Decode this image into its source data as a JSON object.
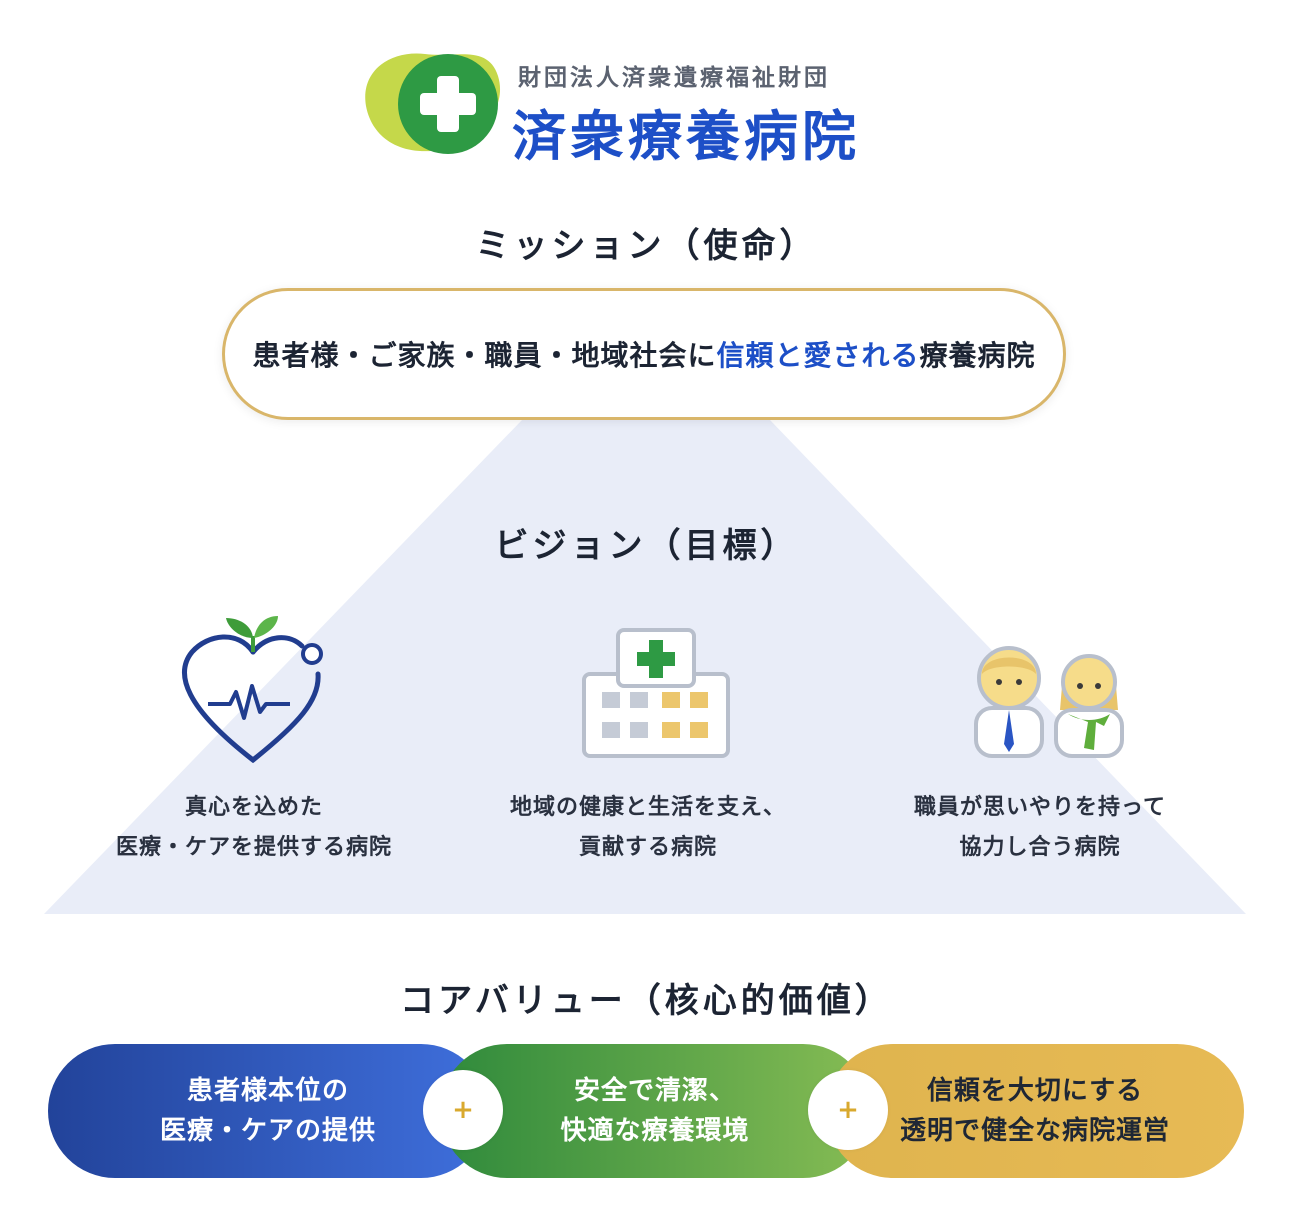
{
  "logo": {
    "org": "財団法人済衆遺療福祉財団",
    "name": "済衆療養病院",
    "icon": "green-cross-icon"
  },
  "mission": {
    "heading": "ミッション（使命）",
    "text_before": "患者様・ご家族・職員・地域社会に",
    "text_emphasis": "信頼と愛される",
    "text_after": "療養病院"
  },
  "vision": {
    "heading": "ビジョン（目標）",
    "items": [
      {
        "icon": "heart-sprout-icon",
        "line1": "真心を込めた",
        "line2": "医療・ケアを提供する病院"
      },
      {
        "icon": "hospital-building-icon",
        "line1": "地域の健康と生活を支え、",
        "line2": "貢献する病院"
      },
      {
        "icon": "staff-pair-icon",
        "line1": "職員が思いやりを持って",
        "line2": "協力し合う病院"
      }
    ]
  },
  "core_values": {
    "heading": "コアバリュー（核心的価値）",
    "separator": "+",
    "items": [
      {
        "line1": "患者様本位の",
        "line2": "医療・ケアの提供",
        "color": "#2f5bc4"
      },
      {
        "line1": "安全で清潔、",
        "line2": "快適な療養環境",
        "color": "#4e9e45"
      },
      {
        "line1": "信頼を大切にする",
        "line2": "透明で健全な病院運営",
        "color": "#e2b650"
      }
    ]
  },
  "colors": {
    "brand_blue": "#1d4fc7",
    "brand_green": "#2e9a44",
    "gold": "#d9b66a",
    "pyramid": "#e9edf8"
  }
}
